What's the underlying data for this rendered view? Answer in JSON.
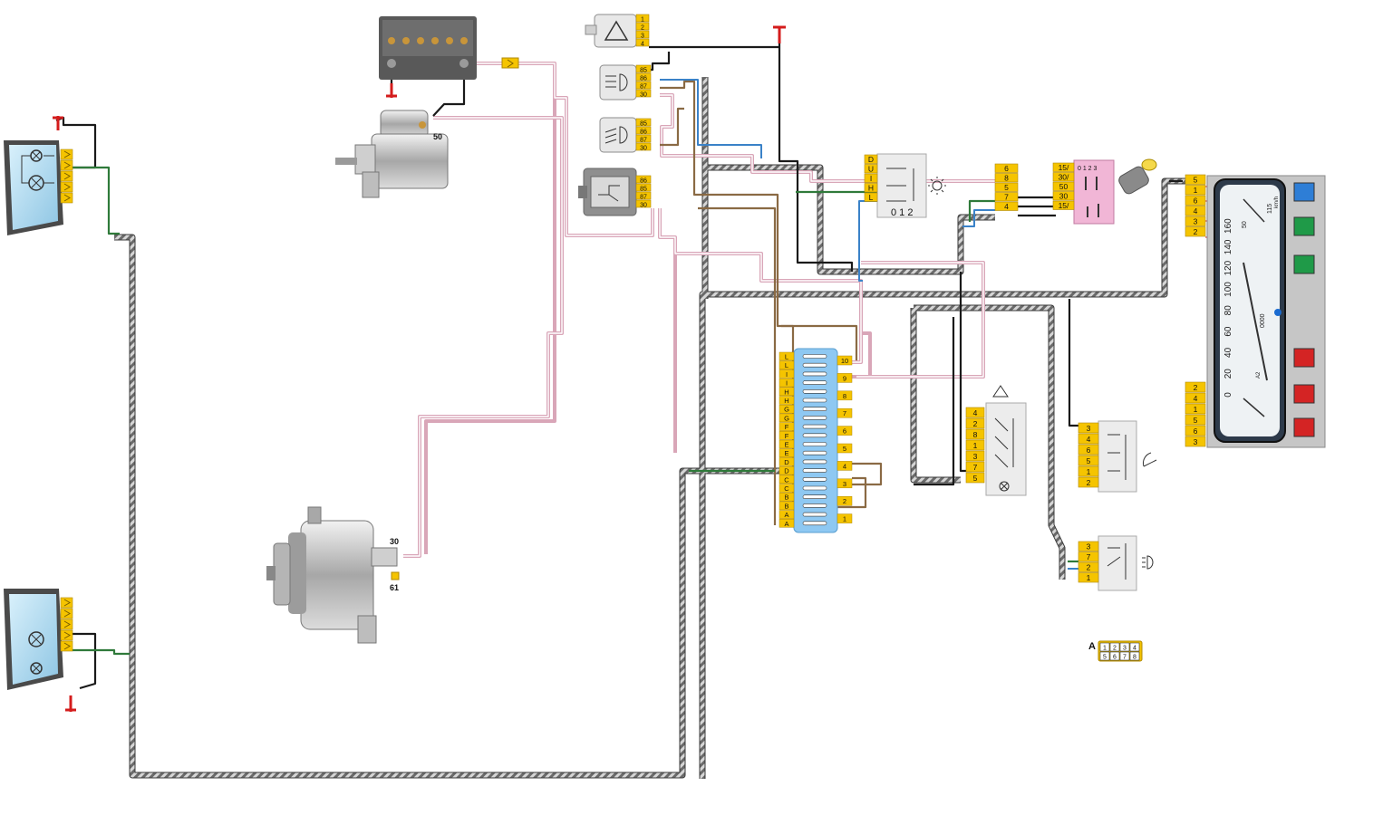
{
  "colors": {
    "connector": "#f5c400",
    "connector_edge": "#b08800",
    "wire_black": "#1a1a1a",
    "wire_pink": "#d9a6b8",
    "wire_pink_core": "#ffffff",
    "wire_brown": "#8a6a44",
    "wire_blue": "#3a82c8",
    "wire_green": "#2f7a3a",
    "harness": "#555555",
    "fusebox": "#8ec8f2",
    "ignition_switch": "#f1b6d6",
    "ground": "#d41c1c",
    "component_gray": "#bdbdbd"
  },
  "headlamp_top": {
    "pins": [
      "",
      "",
      "",
      "",
      ""
    ]
  },
  "headlamp_bottom": {
    "pins": [
      "",
      "",
      "",
      "",
      ""
    ]
  },
  "starter": {
    "terminal": "50"
  },
  "alternator": {
    "terminal_30": "30",
    "terminal_61": "61"
  },
  "hazard_relay": {
    "pins": [
      "1",
      "2",
      "3",
      "4"
    ]
  },
  "relay_high": {
    "pins": [
      "85",
      "86",
      "87",
      "30"
    ]
  },
  "relay_low": {
    "pins": [
      "85",
      "86",
      "87",
      "30"
    ]
  },
  "relay_aux": {
    "pins": [
      "86",
      "85",
      "87",
      "30"
    ]
  },
  "light_switch": {
    "pins": [
      "D",
      "U",
      "I",
      "H",
      "L"
    ],
    "positions": "0 1 2"
  },
  "plug_a": {
    "pins": [
      "6",
      "8",
      "5",
      "7",
      "4"
    ]
  },
  "ignition_switch": {
    "pins": [
      "15/",
      "30/",
      "50",
      "30",
      "15/"
    ],
    "positions": "0 1 2 3"
  },
  "cluster_conn_top": {
    "pins": [
      "5",
      "1",
      "6",
      "4",
      "3",
      "2"
    ]
  },
  "cluster_conn_bottom": {
    "pins": [
      "2",
      "4",
      "1",
      "5",
      "6",
      "3"
    ]
  },
  "speedometer": {
    "unit": "km/h",
    "scale": [
      "0",
      "20",
      "40",
      "60",
      "80",
      "100",
      "120",
      "140",
      "160"
    ],
    "temp_labels": [
      "115",
      "50"
    ],
    "fuel_label": "A2",
    "odometer": "0000"
  },
  "fuse_box": {
    "left_labels": [
      "L",
      "L",
      "I",
      "I",
      "H",
      "H",
      "G",
      "G",
      "F",
      "F",
      "E",
      "E",
      "D",
      "D",
      "C",
      "C",
      "B",
      "B",
      "A",
      "A"
    ],
    "right_labels": [
      "10",
      "9",
      "8",
      "7",
      "6",
      "5",
      "4",
      "3",
      "2",
      "1"
    ]
  },
  "hazard_switch": {
    "pins": [
      "4",
      "2",
      "8",
      "1",
      "3",
      "7",
      "5"
    ]
  },
  "wiper_switch": {
    "pins": [
      "3",
      "4",
      "6",
      "5",
      "1",
      "2"
    ]
  },
  "low_beam_switch": {
    "pins": [
      "3",
      "7",
      "2",
      "1"
    ]
  },
  "connector_legend": {
    "letter": "A",
    "row1": [
      "1",
      "2",
      "3",
      "4"
    ],
    "row2": [
      "5",
      "6",
      "7",
      "8"
    ]
  }
}
